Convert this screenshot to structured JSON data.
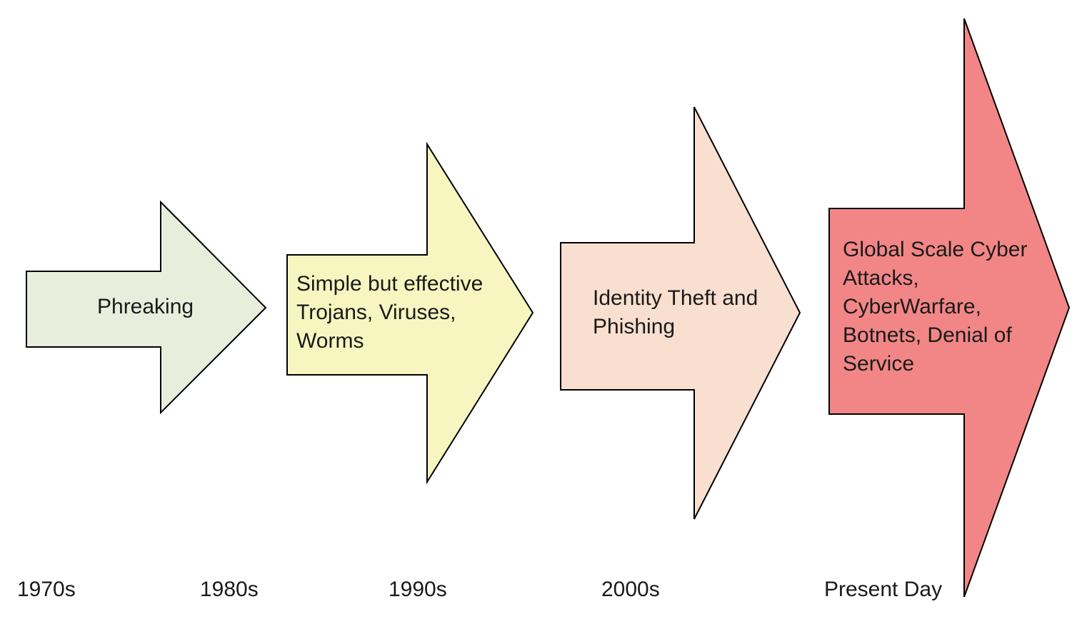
{
  "arrows": [
    {
      "label": "Phreaking",
      "fill": "#e8eedc"
    },
    {
      "label": "Simple but effective\nTrojans, Viruses,\nWorms",
      "fill": "#f7f6c0"
    },
    {
      "label": "Identity Theft and\nPhishing",
      "fill": "#f9dfcf"
    },
    {
      "label": "Global Scale Cyber\nAttacks,\nCyberWarfare,\nBotnets, Denial of\nService",
      "fill": "#f28686"
    }
  ],
  "eras": [
    "1970s",
    "1980s",
    "1990s",
    "2000s",
    "Present Day"
  ]
}
